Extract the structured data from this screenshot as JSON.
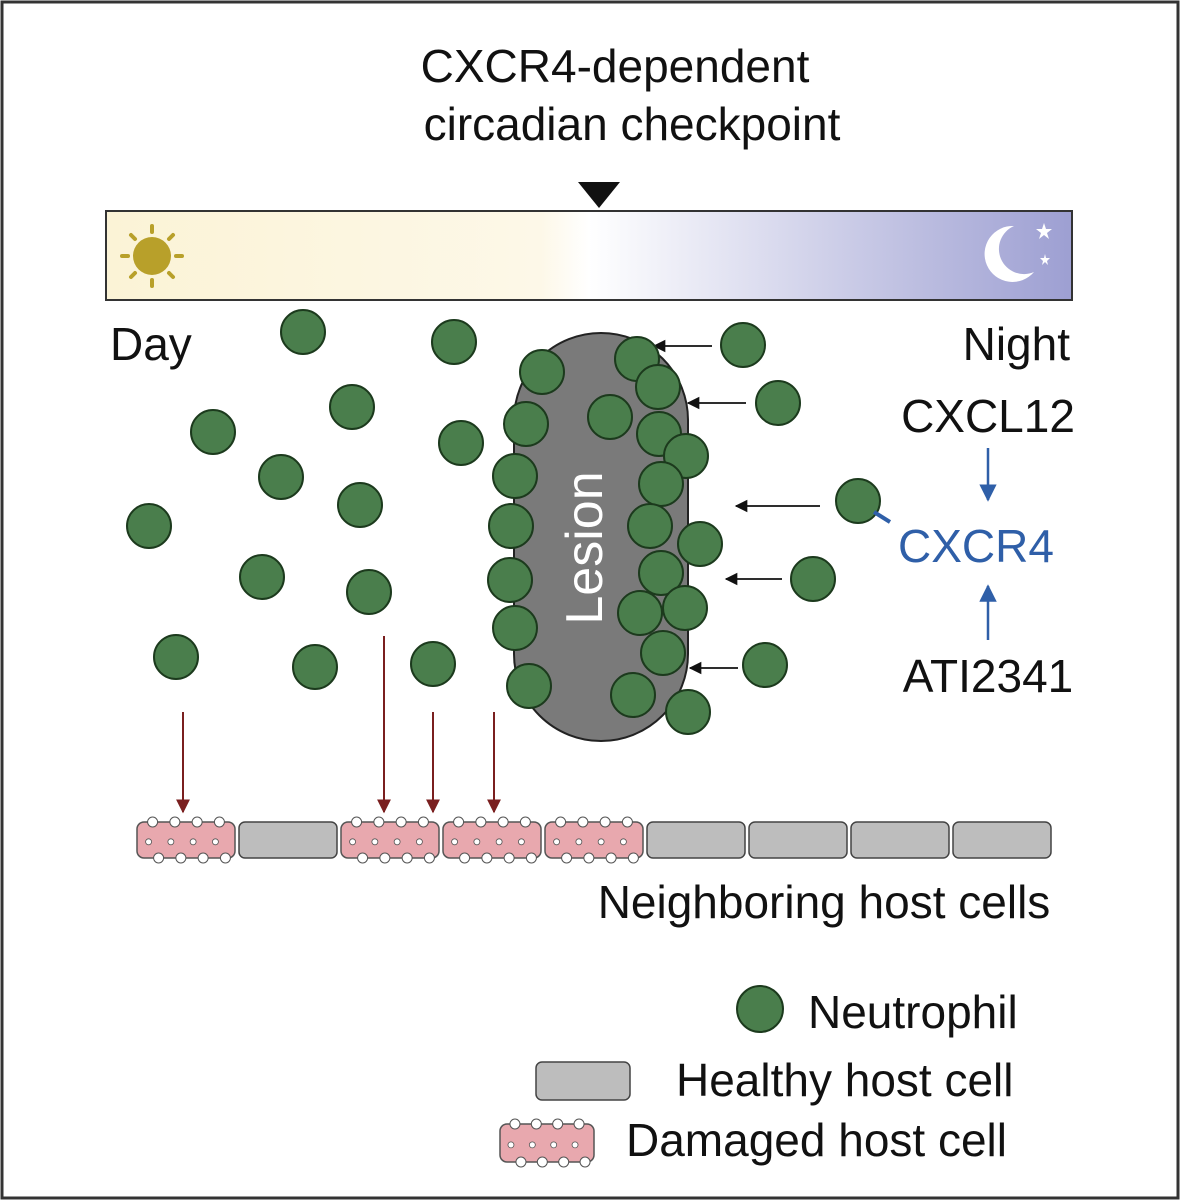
{
  "title_line1": "CXCR4-dependent",
  "title_line2": "circadian checkpoint",
  "timeline": {
    "day_label": "Day",
    "night_label": "Night",
    "day_color": "#fbf3d6",
    "night_color": "#9d9fd2",
    "sun_icon": "sun-icon",
    "moon_icon": "moon-stars-icon"
  },
  "lesion": {
    "label": "Lesion",
    "color": "#7a7a7a"
  },
  "pathway": {
    "ligand": "CXCL12",
    "receptor": "CXCR4",
    "agonist": "ATI2341",
    "receptor_color": "#2f5fa8"
  },
  "host_cells": {
    "label": "Neighboring host cells",
    "sequence": [
      "damaged",
      "healthy",
      "damaged",
      "damaged",
      "damaged",
      "healthy",
      "healthy",
      "healthy",
      "healthy"
    ]
  },
  "legend": {
    "neutrophil": "Neutrophil",
    "healthy": "Healthy host cell",
    "damaged": "Damaged host cell"
  },
  "colors": {
    "neutrophil": "#4a7e4c",
    "healthy_cell": "#bdbdbd",
    "damaged_cell": "#e8a8ae",
    "damage_arrow": "#7a1f1f"
  }
}
